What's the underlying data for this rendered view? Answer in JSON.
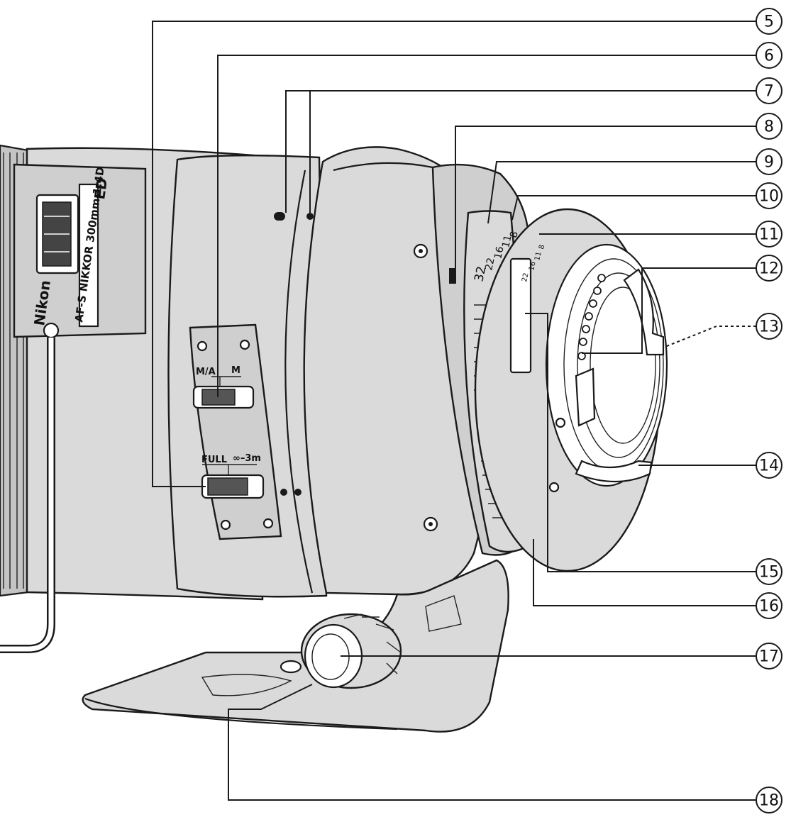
{
  "lens": {
    "brand": "Nikon",
    "model_text": "AF-S NIKKOR 300mm 1:4D",
    "ed_mark": "ED",
    "mode_switch": {
      "left": "M/A",
      "right": "M"
    },
    "limit_switch": {
      "left": "FULL",
      "right": "∞–3m"
    },
    "aperture_scale": [
      "32",
      "22",
      "16",
      "11",
      "8"
    ],
    "aperture_scale_inner": [
      "22",
      "16",
      "11",
      "8"
    ]
  },
  "callouts": [
    {
      "number": "5"
    },
    {
      "number": "6"
    },
    {
      "number": "7"
    },
    {
      "number": "8"
    },
    {
      "number": "9"
    },
    {
      "number": "10"
    },
    {
      "number": "11"
    },
    {
      "number": "12"
    },
    {
      "number": "13"
    },
    {
      "number": "14"
    },
    {
      "number": "15"
    },
    {
      "number": "16"
    },
    {
      "number": "17"
    },
    {
      "number": "18"
    }
  ],
  "colors": {
    "line": "#1a1a1a",
    "fill_light": "#dadada",
    "fill_mid": "#cfcfcf",
    "background": "#ffffff"
  }
}
